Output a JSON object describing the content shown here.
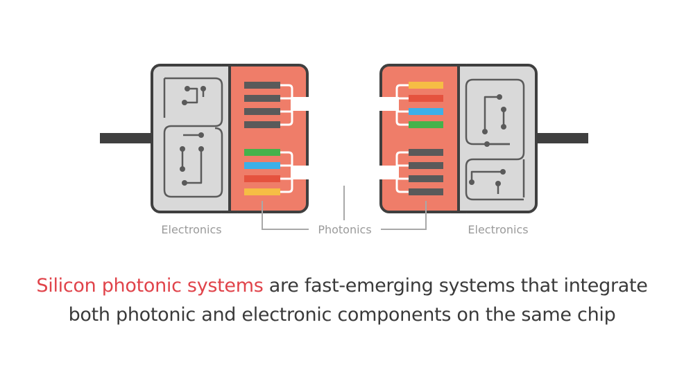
{
  "labels": {
    "electronics_left": "Electronics",
    "photonics": "Photonics",
    "electronics_right": "Electronics"
  },
  "caption": {
    "highlight": "Silicon photonic systems",
    "line1_rest": " are fast-emerging systems that integrate",
    "line2": "both photonic and electronic components on the same chip"
  },
  "colors": {
    "outline": "#3f3f3f",
    "electronics_panel": "#d9d9d9",
    "photonics_panel": "#ef7d69",
    "wire": "#ffffff",
    "highlight_text": "#e0434a",
    "label_text": "#9a9a9a",
    "bar_gray": "#5a5a5a",
    "bar_yellow": "#f6bd45",
    "bar_red": "#e5523e",
    "bar_blue": "#3cb0e8",
    "bar_green": "#45b24b"
  }
}
